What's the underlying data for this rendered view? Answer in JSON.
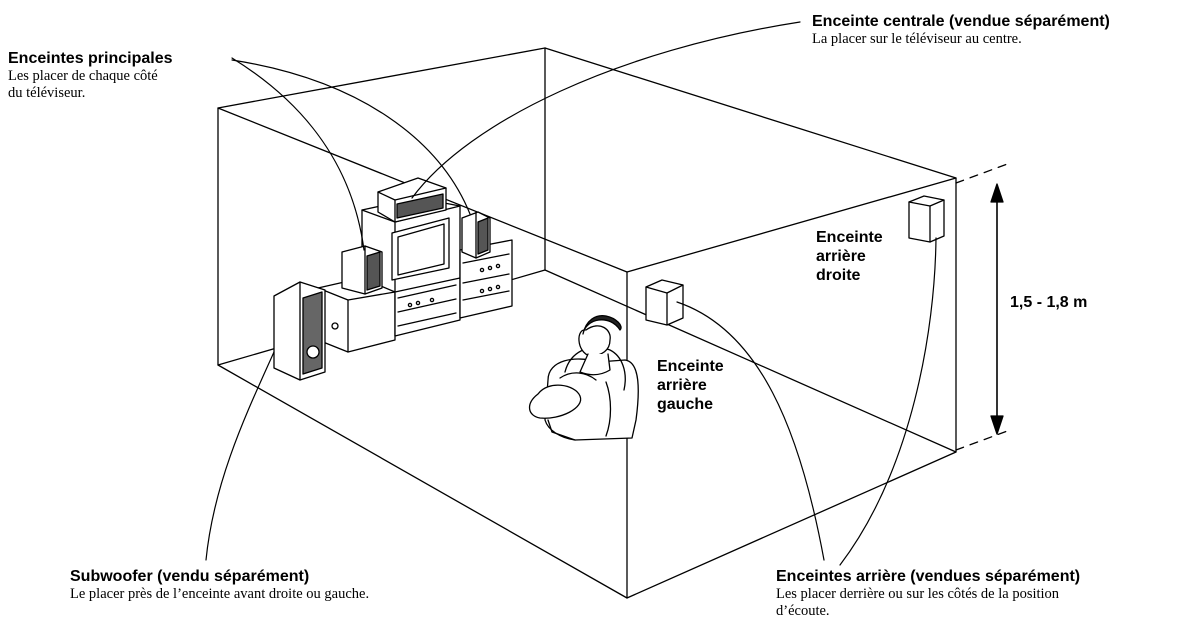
{
  "labels": {
    "main": {
      "title": "Enceintes principales",
      "desc": [
        "Les placer de chaque côté",
        "du téléviseur."
      ]
    },
    "center": {
      "title": "Enceinte centrale (vendue séparément)",
      "desc": "La placer sur le téléviseur au centre."
    },
    "rear_right": [
      "Enceinte",
      "arrière",
      "droite"
    ],
    "rear_left": [
      "Enceinte",
      "arrière",
      "gauche"
    ],
    "height": "1,5 - 1,8 m",
    "subwoofer": {
      "title": "Subwoofer (vendu séparément)",
      "desc": "Le placer près de l’enceinte avant droite ou gauche."
    },
    "rear": {
      "title": "Enceintes arrière (vendues séparément)",
      "desc": [
        "Les placer derrière ou sur les côtés de la position",
        "d’écoute."
      ]
    }
  }
}
